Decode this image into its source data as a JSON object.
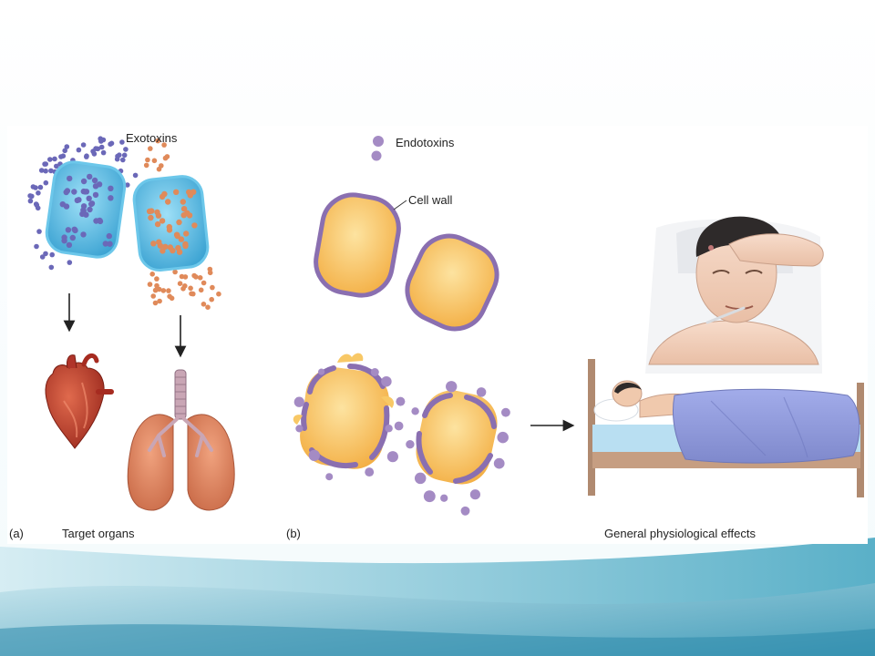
{
  "panel_a": {
    "letter": "(a)",
    "caption": "Target organs",
    "exotoxins_label": "Exotoxins"
  },
  "panel_b": {
    "letter": "(b)",
    "endotoxins_label": "Endotoxins",
    "cell_wall_label": "Cell wall",
    "effects_caption": "General physiological effects"
  },
  "colors": {
    "exotoxin_blue": "#6b68b8",
    "exotoxin_orange": "#e08a5a",
    "cell_blue": "#4fb3dd",
    "cell_orange": "#f5b54a",
    "cell_wall_purple": "#8a6fb0",
    "endotoxin_purple": "#a48bc4",
    "organ_red": "#c5402c",
    "lung_tan": "#d9835f",
    "blanket_blue": "#8d98d6"
  },
  "icons": [
    "heart-icon",
    "lungs-icon",
    "sick-man-face-icon",
    "patient-in-bed-icon"
  ]
}
